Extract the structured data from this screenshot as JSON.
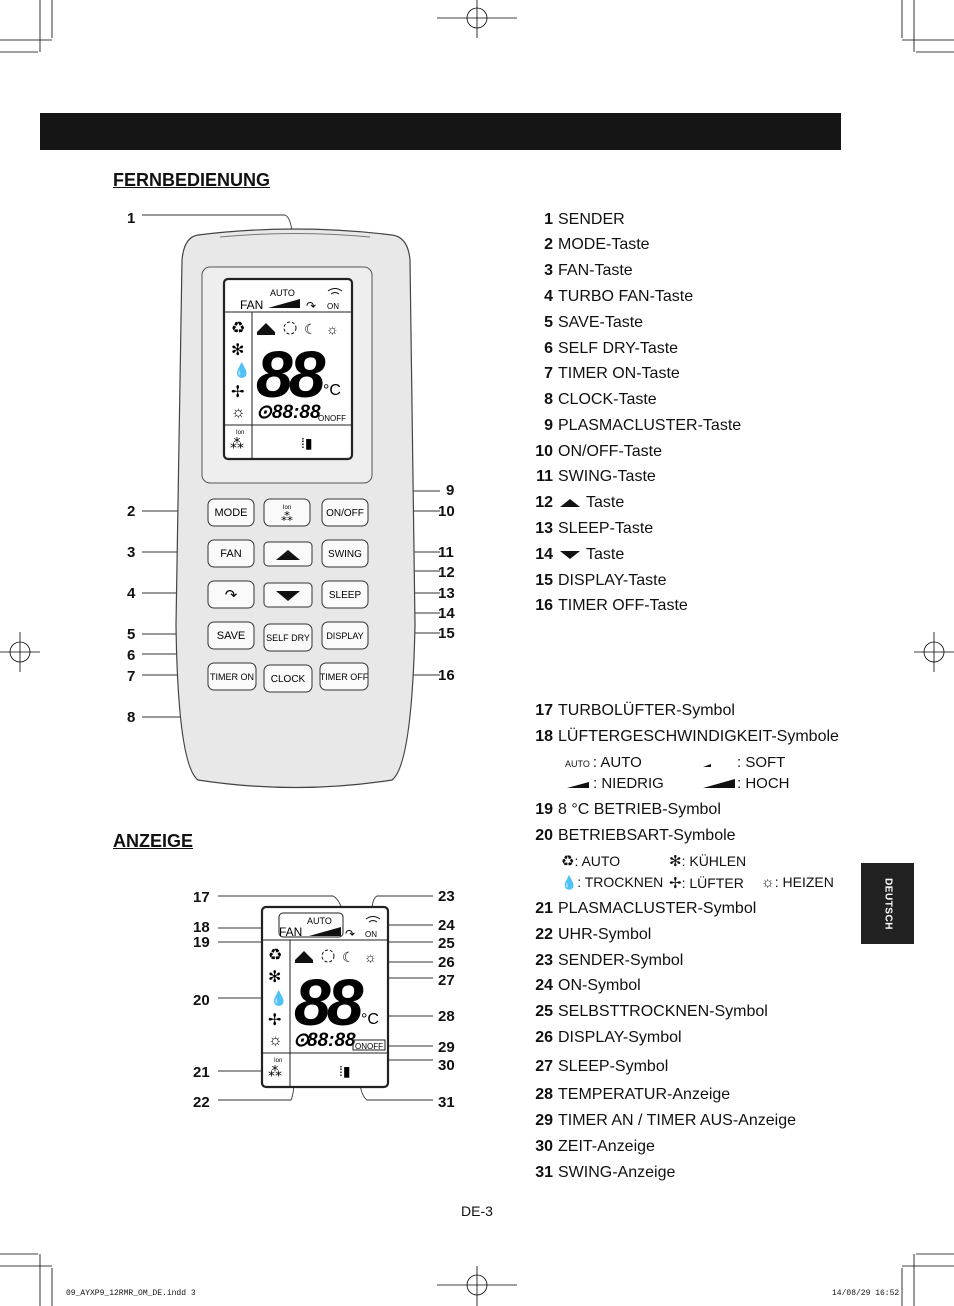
{
  "section_fernbedienung": "FERNBEDIENUNG",
  "section_anzeige": "ANZEIGE",
  "language_tab": "DEUTSCH",
  "page_number": "DE-3",
  "footer_file": "09_AYXP9_12RMR_OM_DE.indd  3",
  "footer_date": "14/08/29  16:52",
  "remote_parts": [
    {
      "num": "1",
      "label": "SENDER"
    },
    {
      "num": "2",
      "label": "MODE-Taste"
    },
    {
      "num": "3",
      "label": "FAN-Taste"
    },
    {
      "num": "4",
      "label": "TURBO FAN-Taste"
    },
    {
      "num": "5",
      "label": "SAVE-Taste"
    },
    {
      "num": "6",
      "label": "SELF DRY-Taste"
    },
    {
      "num": "7",
      "label": "TIMER ON-Taste"
    },
    {
      "num": "8",
      "label": "CLOCK-Taste"
    },
    {
      "num": "9",
      "label": "PLASMACLUSTER-Taste"
    },
    {
      "num": "10",
      "label": "ON/OFF-Taste"
    },
    {
      "num": "11",
      "label": "SWING-Taste"
    },
    {
      "num": "12",
      "label": "Taste"
    },
    {
      "num": "13",
      "label": "SLEEP-Taste"
    },
    {
      "num": "14",
      "label": "Taste"
    },
    {
      "num": "15",
      "label": "DISPLAY-Taste"
    },
    {
      "num": "16",
      "label": "TIMER OFF-Taste"
    }
  ],
  "display_parts": [
    {
      "num": "17",
      "label": "TURBOLÜFTER-Symbol"
    },
    {
      "num": "18",
      "label": "LÜFTERGESCHWINDIGKEIT-Symbole"
    },
    {
      "num": "19",
      "label": "8 °C BETRIEB-Symbol"
    },
    {
      "num": "20",
      "label": "BETRIEBSART-Symbole"
    },
    {
      "num": "21",
      "label": "PLASMACLUSTER-Symbol"
    },
    {
      "num": "22",
      "label": "UHR-Symbol"
    },
    {
      "num": "23",
      "label": "SENDER-Symbol"
    },
    {
      "num": "24",
      "label": "ON-Symbol"
    },
    {
      "num": "25",
      "label": "SELBSTTROCKNEN-Symbol"
    },
    {
      "num": "26",
      "label": "DISPLAY-Symbol"
    },
    {
      "num": "27",
      "label": "SLEEP-Symbol"
    },
    {
      "num": "28",
      "label": "TEMPERATUR-Anzeige"
    },
    {
      "num": "29",
      "label": "TIMER AN / TIMER AUS-Anzeige"
    },
    {
      "num": "30",
      "label": "ZEIT-Anzeige"
    },
    {
      "num": "31",
      "label": "SWING-Anzeige"
    }
  ],
  "fan_speeds": {
    "auto_icon": "AUTO",
    "auto": ": AUTO",
    "soft": ": SOFT",
    "low": ": NIEDRIG",
    "high": ": HOCH"
  },
  "modes": {
    "auto": ": AUTO",
    "cool": ": KÜHLEN",
    "dry": ": TROCKNEN",
    "fan": ": LÜFTER",
    "heat": ": HEIZEN"
  },
  "buttons": {
    "mode": "MODE",
    "onoff": "ON/OFF",
    "fan": "FAN",
    "swing": "SWING",
    "sleep": "SLEEP",
    "save": "SAVE",
    "selfdry": "SELF DRY",
    "display": "DISPLAY",
    "timeron": "TIMER ON",
    "clock": "CLOCK",
    "timeroff": "TIMER OFF",
    "ion": "Ion"
  },
  "lcd": {
    "auto": "AUTO",
    "fan": "FAN",
    "on": "ON",
    "temp": "88",
    "unit": "°C",
    "time": "88:88",
    "onoff": "ONOFF",
    "ion": "Ion"
  },
  "remote_callouts_left": [
    "1",
    "2",
    "3",
    "4",
    "5",
    "6",
    "7",
    "8"
  ],
  "remote_callouts_right": [
    "9",
    "10",
    "11",
    "12",
    "13",
    "14",
    "15",
    "16"
  ],
  "display_callouts_left": [
    "17",
    "18",
    "19",
    "20",
    "21",
    "22"
  ],
  "display_callouts_right": [
    "23",
    "24",
    "25",
    "26",
    "27",
    "28",
    "29",
    "30",
    "31"
  ]
}
